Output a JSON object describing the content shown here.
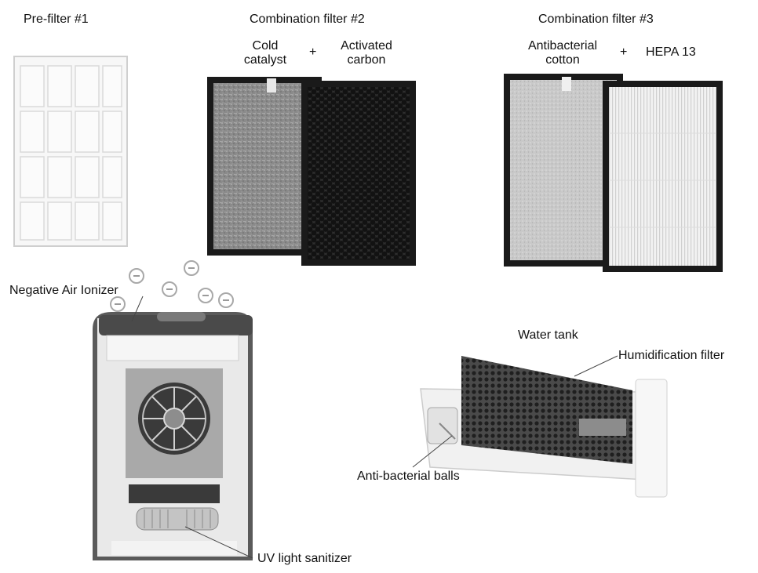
{
  "prefilter": {
    "title": "Pre-filter #1"
  },
  "filter2": {
    "title": "Combination filter #2",
    "left_line1": "Cold",
    "left_line2": "catalyst",
    "plus": "+",
    "right_line1": "Activated",
    "right_line2": "carbon"
  },
  "filter3": {
    "title": "Combination filter #3",
    "left_line1": "Antibacterial",
    "left_line2": "cotton",
    "plus": "+",
    "right": "HEPA 13"
  },
  "purifier": {
    "ionizer_label": "Negative Air Ionizer",
    "uv_label": "UV light sanitizer",
    "ion_symbol": "−"
  },
  "tank": {
    "title": "Water tank",
    "humid_label": "Humidification filter",
    "balls_label": "Anti-bacterial balls"
  }
}
